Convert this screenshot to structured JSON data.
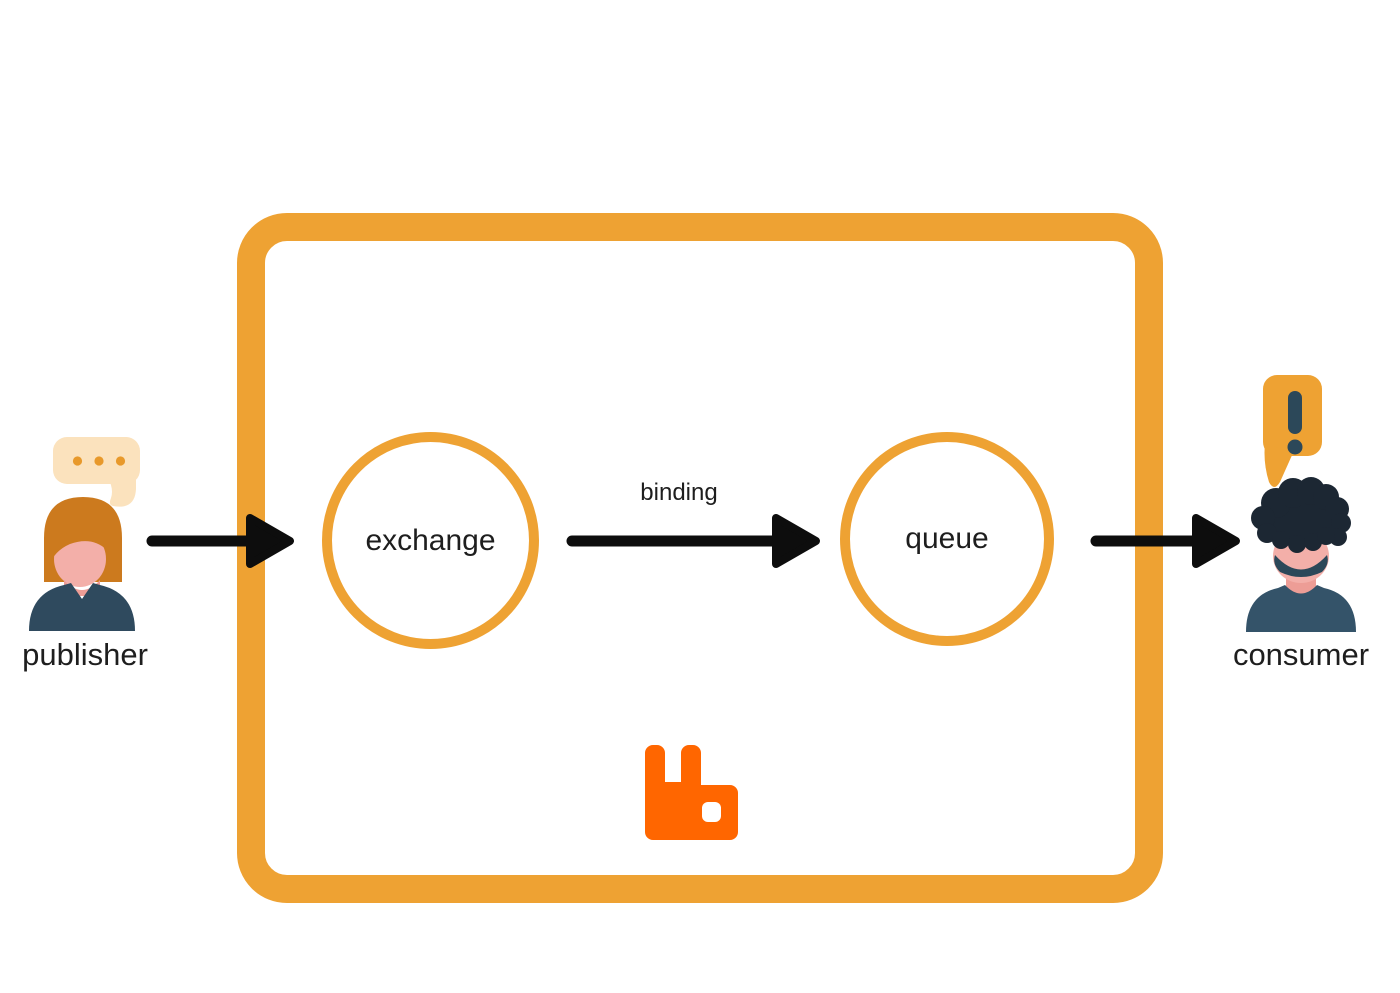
{
  "nodes": {
    "publisher": {
      "label": "publisher",
      "icon": "publisher-person-icon"
    },
    "exchange": {
      "label": "exchange"
    },
    "queue": {
      "label": "queue"
    },
    "consumer": {
      "label": "consumer",
      "icon": "consumer-person-icon"
    }
  },
  "edges": {
    "publish_arrow": {
      "label": ""
    },
    "binding_arrow": {
      "label": "binding"
    },
    "consume_arrow": {
      "label": ""
    }
  },
  "broker": {
    "logo": "rabbitmq-logo"
  },
  "colors": {
    "accent": "#EEA233",
    "rabbit_orange": "#FF6600",
    "arrow": "#0D0D0D",
    "ink": "#1E1E1E",
    "cream_bubble": "#FBE2BD",
    "bubble_dots": "#E8992B",
    "skin": "#F3AFA9",
    "skin_shade": "#ED9D96",
    "publisher_hair": "#CC7A1E",
    "publisher_shirt": "#2F4A5E",
    "consumer_hair": "#1C2733",
    "consumer_shirt": "#345369",
    "exclamation": "#2C4859"
  }
}
